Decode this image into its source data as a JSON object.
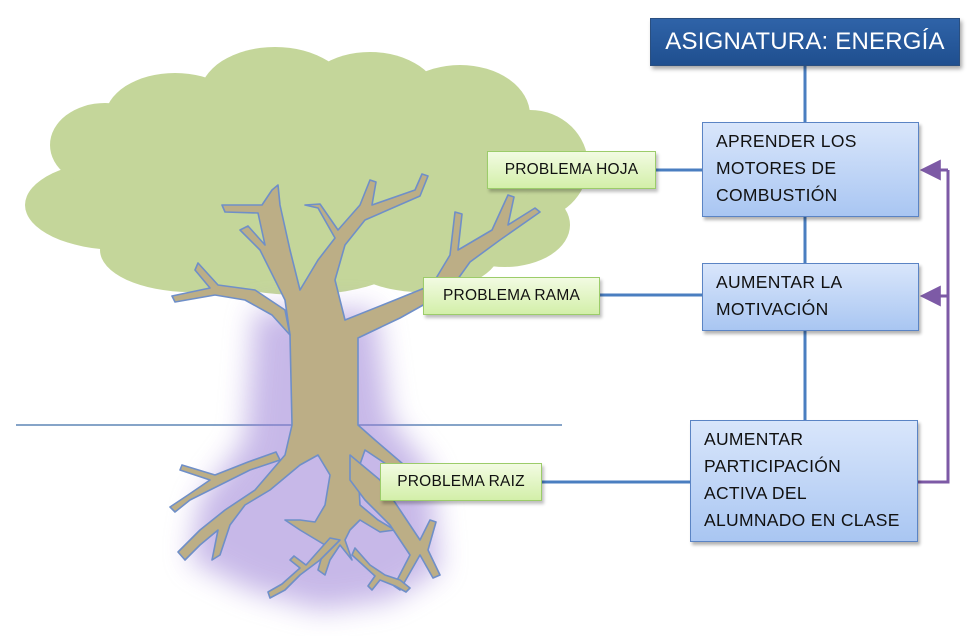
{
  "title": "ASIGNATURA: ENERGÍA",
  "goals": [
    {
      "text": "APRENDER LOS MOTORES DE COMBUSTIÓN"
    },
    {
      "text": "AUMENTAR LA MOTIVACIÓN"
    },
    {
      "text": "AUMENTAR PARTICIPACIÓN ACTIVA DEL ALUMNADO EN CLASE"
    }
  ],
  "problems": [
    {
      "label": "PROBLEMA HOJA"
    },
    {
      "label": "PROBLEMA RAMA"
    },
    {
      "label": "PROBLEMA RAIZ"
    }
  ],
  "colors": {
    "canopy": "#c4d69a",
    "trunk": "#bcae86",
    "trunk_outline": "#6f8fc8",
    "root_glow": "#9a7fd6",
    "connector": "#4a7ec0",
    "feedback_arrow": "#7d5aa6",
    "title_bg": "#2a5ca0",
    "goal_bg": "#bcd3f5",
    "problem_bg": "#e3f5c6"
  }
}
